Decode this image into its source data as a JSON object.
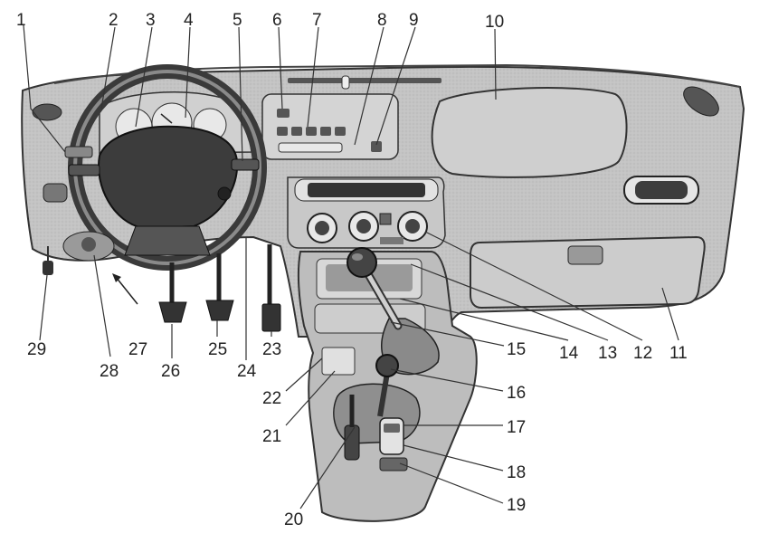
{
  "callouts": {
    "c1": "1",
    "c2": "2",
    "c3": "3",
    "c4": "4",
    "c5": "5",
    "c6": "6",
    "c7": "7",
    "c8": "8",
    "c9": "9",
    "c10": "10",
    "c11": "11",
    "c12": "12",
    "c13": "13",
    "c14": "14",
    "c15": "15",
    "c16": "16",
    "c17": "17",
    "c18": "18",
    "c19": "19",
    "c20": "20",
    "c21": "21",
    "c22": "22",
    "c23": "23",
    "c24": "24",
    "c25": "25",
    "c26": "26",
    "c27": "27",
    "c28": "28",
    "c29": "29"
  },
  "colors": {
    "ink": "#222222",
    "panel": "#bdbdbd",
    "panel_dark": "#7a7a7a",
    "panel_light": "#dcdcdc"
  }
}
